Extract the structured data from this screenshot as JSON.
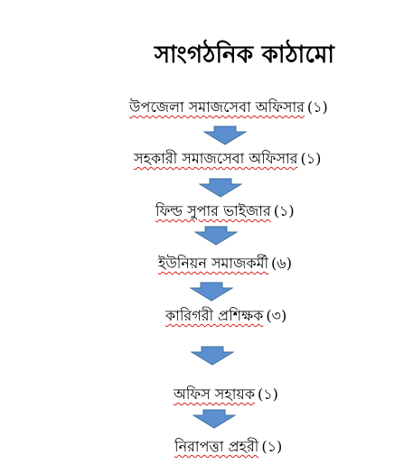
{
  "title": "সাংগঠনিক কাঠামো",
  "steps": [
    {
      "label": "উপজেলা সমাজসেবা   অফিসার",
      "count": "(১)"
    },
    {
      "label": "সহকারী সমাজসেবা অফিসার",
      "count": "(১)"
    },
    {
      "label": "ফিল্ড সুপার ভাইজার",
      "count": "(১)"
    },
    {
      "label": "ইউনিয়ন সমাজকর্মী",
      "count": "(৬)"
    },
    {
      "label": "কারিগরী প্রশিক্ষক",
      "count": "(৩)"
    },
    {
      "label": "অফিস সহায়ক",
      "count": "(১)"
    },
    {
      "label": "নিরাপত্তা প্রহরী",
      "count": "(১)"
    }
  ],
  "colors": {
    "arrow_fill": "#5b8fcf",
    "arrow_stroke": "#41719c",
    "spellcheck_underline": "#d42020"
  },
  "icons": {
    "flow_arrow": "down-arrow-icon"
  }
}
